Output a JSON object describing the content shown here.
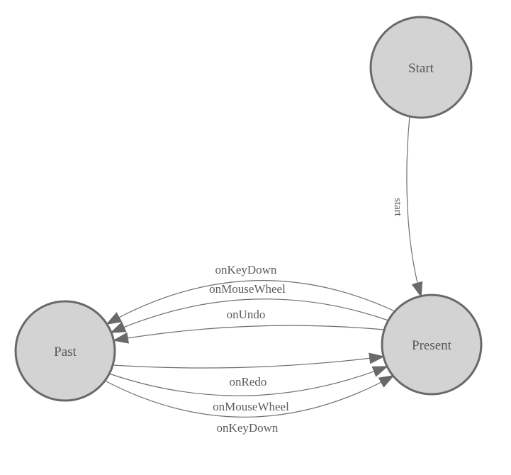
{
  "diagram": {
    "kind": "state-machine-diagram",
    "nodes": [
      {
        "id": "start",
        "label": "Start"
      },
      {
        "id": "present",
        "label": "Present"
      },
      {
        "id": "past",
        "label": "Past"
      }
    ],
    "edges": [
      {
        "from": "start",
        "to": "present",
        "label": "start"
      },
      {
        "from": "present",
        "to": "past",
        "label": "onKeyDown"
      },
      {
        "from": "present",
        "to": "past",
        "label": "onMouseWheel"
      },
      {
        "from": "present",
        "to": "past",
        "label": "onUndo"
      },
      {
        "from": "past",
        "to": "present",
        "label": "onRedo"
      },
      {
        "from": "past",
        "to": "present",
        "label": "onMouseWheel"
      },
      {
        "from": "past",
        "to": "present",
        "label": "onKeyDown"
      }
    ],
    "colors": {
      "background": "#ffffff",
      "node_fill": "#d3d3d3",
      "node_stroke": "#696969",
      "edge_stroke": "#6f6f6f",
      "arrow_fill": "#696969",
      "text": "#5c5c5c"
    }
  }
}
